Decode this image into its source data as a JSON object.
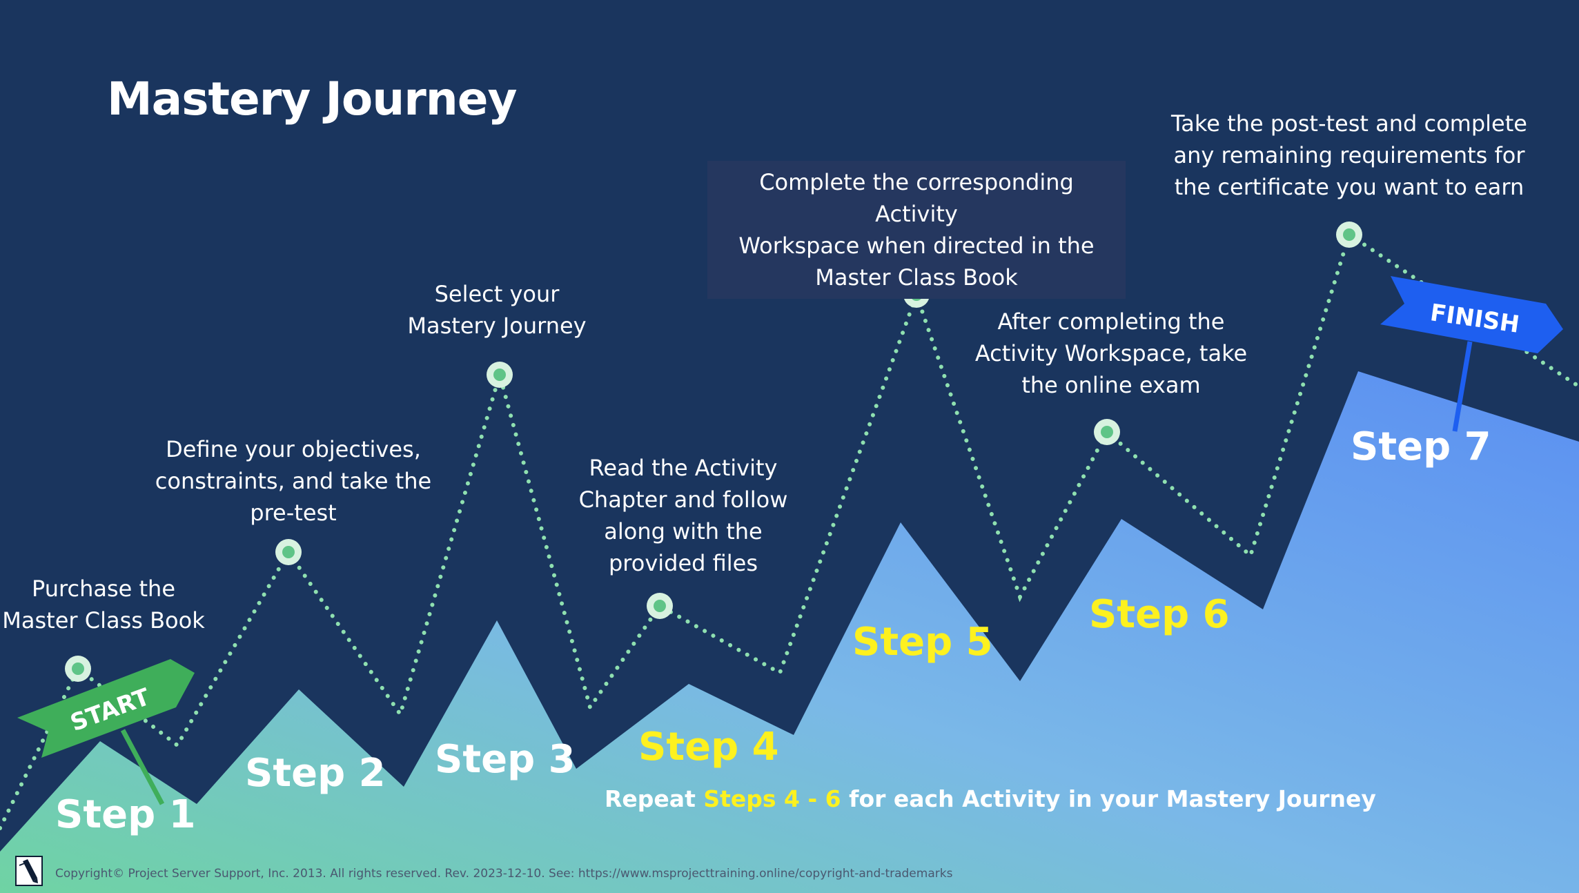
{
  "title": "Mastery Journey",
  "flags": {
    "start": "START",
    "finish": "FINISH"
  },
  "steps": [
    {
      "label": "Step 1",
      "desc": "Purchase the\nMaster Class Book"
    },
    {
      "label": "Step 2",
      "desc": "Define your objectives,\nconstraints, and take the\npre-test"
    },
    {
      "label": "Step 3",
      "desc": "Select your\nMastery Journey"
    },
    {
      "label": "Step 4",
      "desc": "Read the Activity\nChapter and follow\nalong with the\nprovided files"
    },
    {
      "label": "Step 5",
      "desc": "Complete the corresponding Activity\nWorkspace when directed in the\nMaster Class Book"
    },
    {
      "label": "Step 6",
      "desc": "After completing the\nActivity Workspace, take\nthe online exam"
    },
    {
      "label": "Step 7",
      "desc": "Take the post-test and complete\nany remaining requirements for\nthe certificate you want to earn"
    }
  ],
  "repeat_note": {
    "prefix": "Repeat ",
    "highlight": "Steps 4 - 6",
    "suffix": " for each Activity in your Mastery Journey"
  },
  "footer": {
    "copyright": "Copyright© Project Server Support, Inc. 2013. All rights reserved. Rev. 2023-12-10. See: https://www.msprojecttraining.online/copyright-and-trademarks"
  },
  "colors": {
    "background": "#1a355e",
    "highlight": "#fdf11f",
    "start_flag": "#3fae5a",
    "finish_flag": "#1e5ff0",
    "path": "#8fe0b0"
  },
  "icons": {
    "logo": "pen-logo-icon"
  }
}
